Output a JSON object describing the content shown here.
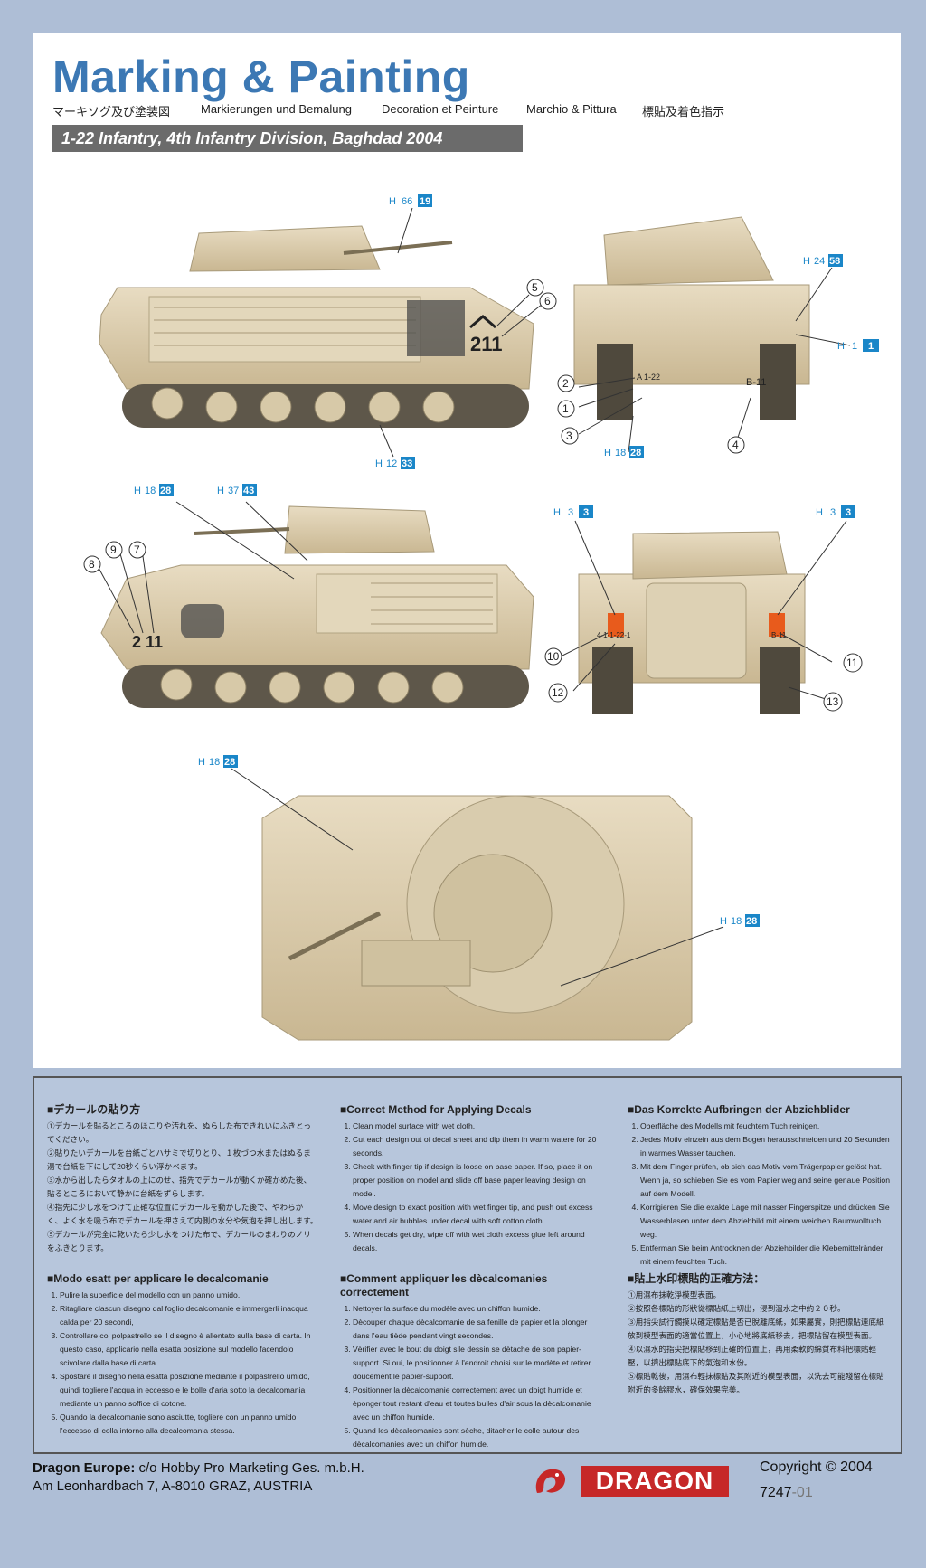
{
  "header": {
    "title": "Marking & Painting",
    "subtitles": [
      "マーキソグ及び塗装図",
      "Markierungen und Bemalung",
      "Decoration et Peinture",
      "Marchio & Pittura",
      "標貼及着色指示"
    ],
    "unit": "1-22 Infantry, 4th Infantry Division, Baghdad 2004"
  },
  "decals": {
    "d1": {
      "h": "H",
      "code": "66",
      "num": "19"
    },
    "d2": {
      "h": "H",
      "code": "24",
      "num": "58"
    },
    "d3": {
      "h": "H",
      "code": "1",
      "num": "1"
    },
    "d4": {
      "h": "H",
      "code": "12",
      "num": "33"
    },
    "d5": {
      "h": "H",
      "code": "18",
      "num": "28"
    },
    "d6": {
      "h": "H",
      "code": "18",
      "num": "28"
    },
    "d7": {
      "h": "H",
      "code": "37",
      "num": "43"
    },
    "d8": {
      "h": "H",
      "code": "3",
      "num": "3"
    },
    "d9": {
      "h": "H",
      "code": "3",
      "num": "3"
    },
    "d10": {
      "h": "H",
      "code": "18",
      "num": "28"
    },
    "d11": {
      "h": "H",
      "code": "18",
      "num": "28"
    }
  },
  "callouts": [
    "1",
    "2",
    "3",
    "4",
    "5",
    "6",
    "7",
    "8",
    "9",
    "10",
    "11",
    "12",
    "13"
  ],
  "vehicle_marks": {
    "side_number": "211",
    "side_number_left": "2 11",
    "rear_left": "A\n1-22",
    "rear_right": "B-11",
    "plate_left": "4-1-1-22-1",
    "plate_right": "B-11"
  },
  "instructions": {
    "jp": {
      "title": "デカールの貼り方",
      "steps": [
        "①デカールを貼るところのほこりや汚れを、ぬらした布できれいにふきとってください。",
        "②貼りたいデカールを台紙ごとハサミで切りとり、１枚づつ水またはぬるま湯で台紙を下にして20秒くらい浮かべます。",
        "③水から出したらタオルの上にのせ、指先でデカールが動くか確かめた後、貼るところにおいて静かに台紙をずらします。",
        "④指先に少し水をつけて正確な位置にデカールを動かした後で、やわらかく、よく水を吸う布でデカールを押さえて内側の水分や気泡を押し出します。",
        "⑤デカールが完全に乾いたら少し水をつけた布で、デカールのまわりのノリをふきとります。"
      ]
    },
    "en": {
      "title": "Correct Method for Applying Decals",
      "steps": [
        "Clean model surface with wet cloth.",
        "Cut each design out of decal sheet and dip them in warm watere for 20 seconds.",
        "Check with finger tip if design is loose on base paper. If so, place it on proper position on model and slide off base paper leaving design on model.",
        "Move design to exact position with wet finger tip, and push out excess water and air bubbles under decal with soft cotton cloth.",
        "When decals get dry, wipe off with wet cloth excess glue left around decals."
      ]
    },
    "de": {
      "title": "Das Korrekte Aufbringen der Abziehblider",
      "steps": [
        "Oberfläche des Modells mit feuchtem Tuch reinigen.",
        "Jedes Motiv einzein aus dem Bogen herausschneiden und 20 Sekunden in warmes Wasser tauchen.",
        "Mit dem Finger prüfen, ob sich das Motiv vom Trägerpapier gelöst hat. Wenn ja, so schieben Sie es vom Papier weg and seine genaue Position auf dem Modell.",
        "Korrigieren Sie die exakte Lage mit nasser Fingerspitze und drücken Sie Wasserblasen unter dem Abziehbild mit einem weichen Baumwolltuch weg.",
        "Entferman Sie beim Antrocknen der Abziehbilder die Klebemittelränder mit einem feuchten Tuch."
      ]
    },
    "it": {
      "title": "Modo esatt per applicare le decalcomanie",
      "steps": [
        "Pulire la superficie del modello con un panno umido.",
        "Ritagliare clascun disegno dal foglio decalcomanie e immergerli inacqua calda per 20 secondi,",
        "Controllare col polpastrello se il disegno è allentato sulla base di carta. In questo caso, applicario nella esatta posizione sul modello facendolo scivolare dalla base di carta.",
        "Spostare il disegno nella esatta posizione mediante il polpastrello umido, quindi togliere l'acqua in eccesso e le bolle d'aria sotto la decalcomania mediante un panno soffice di cotone.",
        "Quando la decalcomanie sono asciutte, togliere con un panno umido l'eccesso di colla intorno alla decalcomania stessa."
      ]
    },
    "fr": {
      "title": "Comment appliquer les dècalcomanies correctement",
      "steps": [
        "Nettoyer la surface du modèle avec un chiffon humide.",
        "Dècouper chaque dècalcomanie de sa fenille de papier et la plonger dans l'eau tiède pendant vingt secondes.",
        "Vèrifier avec le bout du doigt s'le dessin se dètache de son papier-support. Si oui, le positionner à l'endroit choisi sur le modète et retirer doucement le papier-support.",
        "Positionner la dècalcomanie correctement avec un doigt humide et èponger tout restant d'eau et toutes bulles d'air sous la dècalcomanie avec un chiffon humide.",
        "Quand les dècalcomanies sont sèche, ditacher le colle autour des dècalcomanies avec un chiffon humide."
      ]
    },
    "cn": {
      "title": "貼上水印標貼的正確方法：",
      "steps": [
        "①用濕布抹乾淨模型表面。",
        "②按照各標貼的形狀從標貼紙上切出，浸到溫水之中約２０秒。",
        "③用指尖試行觸摸以確定標貼是否已脫離底紙，如果屬實，則把標貼連底紙放到模型表面的適當位置上，小心地將底紙移去，把標貼留在模型表面。",
        "④以濕水的指尖把標貼移到正確的位置上，再用柔軟的綿質布料把標貼輕壓，以擠出標貼底下的氣泡和水份。",
        "⑤標貼乾後，用濕布輕抹標貼及其附近的模型表面，以洗去可能殘留在標貼附近的多餘膠水，確保效果完美。"
      ]
    }
  },
  "footer": {
    "company": "Dragon Europe:",
    "address1": " c/o Hobby Pro Marketing Ges. m.b.H.",
    "address2": "Am Leonhardbach 7, A-8010 GRAZ, AUSTRIA",
    "logo": "DRAGON",
    "copyright": "Copyright © 2004",
    "code_main": "7247",
    "code_suffix": "-01"
  }
}
